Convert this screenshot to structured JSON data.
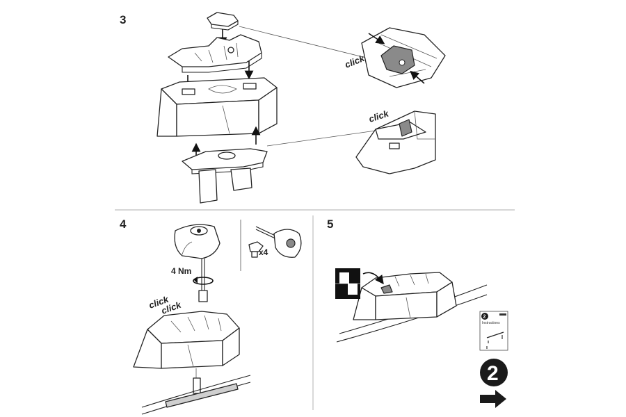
{
  "steps": {
    "step3": {
      "number": "3",
      "clicks": [
        "click",
        "click"
      ]
    },
    "step4": {
      "number": "4",
      "torque": "4 Nm",
      "clicks": [
        "click",
        "click"
      ],
      "screw_count": "x4"
    },
    "step5": {
      "number": "5",
      "booklet_number": "2",
      "booklet_heading": "Instructions",
      "next_number": "2"
    }
  },
  "colors": {
    "ink": "#222222",
    "divider": "#bdbdbd",
    "badge": "#1a1a1a",
    "grey_part": "#cfcfcf"
  }
}
